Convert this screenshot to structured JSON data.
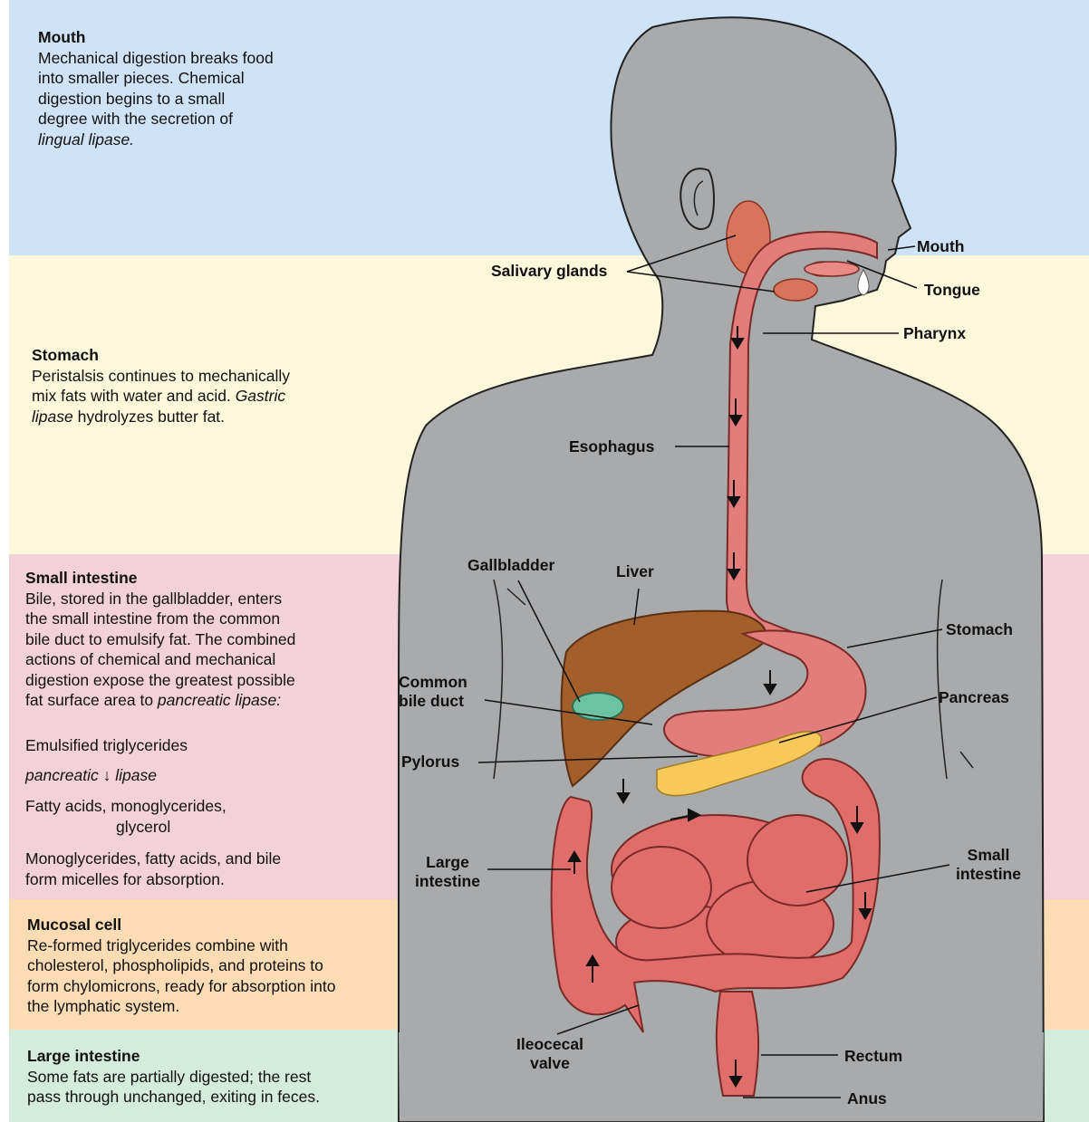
{
  "colors": {
    "band_mouth": "#cfe3f7",
    "band_stomach": "#fdf8dc",
    "band_small_intestine": "#f3d1d8",
    "band_mucosal_cell": "#fbdcb4",
    "band_large_intestine": "#d3ecdd",
    "body": "#a9aaac",
    "gut": "#d95c5c",
    "liver": "#a35e2a",
    "pancreas": "#f7c85a",
    "gallbladder": "#6cc2a3"
  },
  "sections": [
    {
      "id": "mouth",
      "heading": "Mouth",
      "lines": [
        "Mechanical digestion breaks food",
        "into smaller pieces. Chemical",
        "digestion begins to a small",
        "degree with the secretion of"
      ],
      "italic_line": "lingual lipase."
    },
    {
      "id": "stomach",
      "heading": "Stomach",
      "lines": [
        "Peristalsis continues to mechanically",
        "mix fats with water and acid."
      ],
      "italic_1": "Gastric",
      "italic_2": "lipase",
      "after_italic": " hydrolyzes butter fat."
    },
    {
      "id": "small_intestine",
      "heading": "Small intestine",
      "lines": [
        "Bile, stored in the gallbladder, enters",
        "the small intestine from the common",
        "bile duct to emulsify fat. The combined",
        "actions of chemical and mechanical",
        "digestion expose the greatest possible"
      ],
      "last_line_prefix": "fat surface area to ",
      "last_line_italic": "pancreatic lipase:",
      "pathway": {
        "step1": "Emulsified triglycerides",
        "enzyme_1": "pancreatic",
        "enzyme_arrow": "↓",
        "enzyme_2": "lipase",
        "step2_line1": "Fatty acids, monoglycerides,",
        "step2_line2": "glycerol",
        "step3_line1": "Monoglycerides, fatty acids, and bile",
        "step3_line2": "form micelles for absorption."
      }
    },
    {
      "id": "mucosal_cell",
      "heading": "Mucosal cell",
      "lines": [
        "Re-formed triglycerides combine with",
        "cholesterol, phospholipids, and proteins to",
        "form chylomicrons, ready for absorption into",
        "the lymphatic system."
      ]
    },
    {
      "id": "large_intestine",
      "heading": "Large intestine",
      "lines": [
        "Some fats are partially digested; the rest",
        "pass through unchanged, exiting in feces."
      ]
    }
  ],
  "labels": {
    "mouth": "Mouth",
    "salivary_glands": "Salivary glands",
    "tongue": "Tongue",
    "pharynx": "Pharynx",
    "esophagus": "Esophagus",
    "gallbladder": "Gallbladder",
    "liver": "Liver",
    "stomach": "Stomach",
    "common_bile_duct_1": "Common",
    "common_bile_duct_2": "bile duct",
    "pancreas": "Pancreas",
    "pylorus": "Pylorus",
    "large_intestine_1": "Large",
    "large_intestine_2": "intestine",
    "small_intestine_1": "Small",
    "small_intestine_2": "intestine",
    "ileocecal_valve_1": "Ileocecal",
    "ileocecal_valve_2": "valve",
    "rectum": "Rectum",
    "anus": "Anus"
  }
}
